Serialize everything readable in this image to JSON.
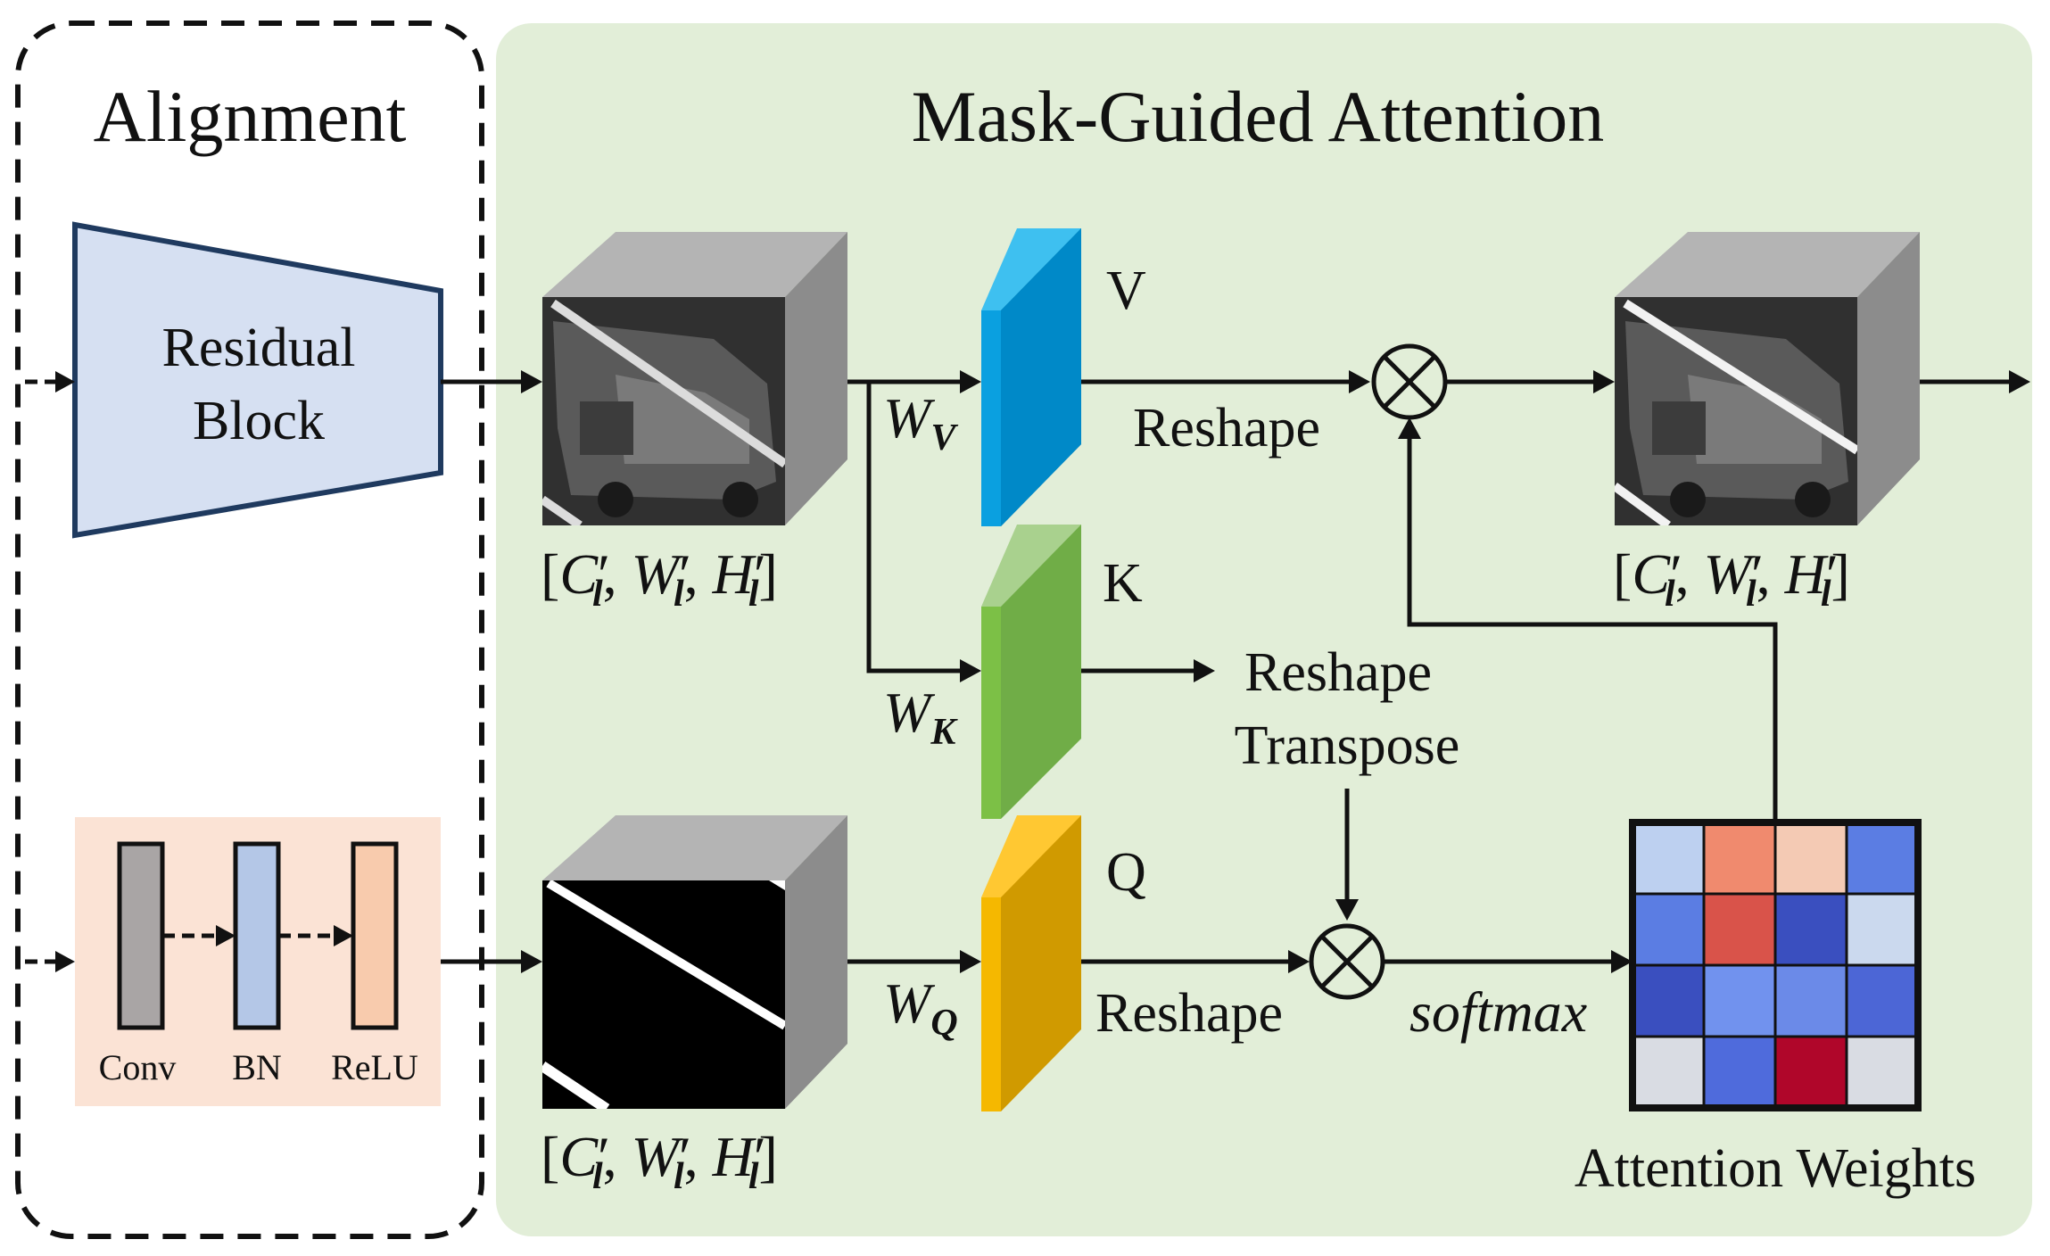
{
  "panels": {
    "alignment_title": "Alignment",
    "attention_title": "Mask-Guided Attention",
    "attention_bg": "#e2eed8"
  },
  "residual_block": {
    "line1": "Residual",
    "line2": "Block",
    "fill": "#d6e0f2",
    "stroke": "#1f3a5f"
  },
  "conv_block": {
    "items": [
      "Conv",
      "BN",
      "ReLU"
    ],
    "colors": [
      "#a9a5a5",
      "#b4c7e7",
      "#f8cbad"
    ],
    "bg": "#fbe3d5"
  },
  "shape_label": {
    "open": "[",
    "c": "C",
    "w": "W",
    "h": "H",
    "sub": "l",
    "prime": "′",
    "sep": ", ",
    "close": "]"
  },
  "projections": {
    "v": {
      "name": "V",
      "weight": "W",
      "sub": "V",
      "front": "#0089c8",
      "top": "#3ec0f0",
      "side": "#006fa3"
    },
    "k": {
      "name": "K",
      "weight": "W",
      "sub": "K",
      "front": "#70ad47",
      "top": "#a9d18e",
      "side": "#548235"
    },
    "q": {
      "name": "Q",
      "weight": "W",
      "sub": "Q",
      "front": "#d09a00",
      "top": "#ffc832",
      "side": "#b07f00"
    }
  },
  "ops": {
    "reshape_v": "Reshape",
    "reshape_transpose_1": "Reshape",
    "reshape_transpose_2": "Transpose",
    "reshape_q": "Reshape",
    "softmax": "softmax",
    "multiply_symbol": "⊗"
  },
  "attention_weights": {
    "label": "Attention Weights",
    "cells": [
      [
        "#bdd0f0",
        "#f08a6e",
        "#f4cab4",
        "#5b7de3"
      ],
      [
        "#5b7de3",
        "#d9534a",
        "#3a4fbf",
        "#cbd9ee"
      ],
      [
        "#3a4fbf",
        "#7192ee",
        "#6b8ae8",
        "#4c66d6"
      ],
      [
        "#d9dce3",
        "#4f6bdc",
        "#b0062a",
        "#d9dce3"
      ]
    ]
  }
}
